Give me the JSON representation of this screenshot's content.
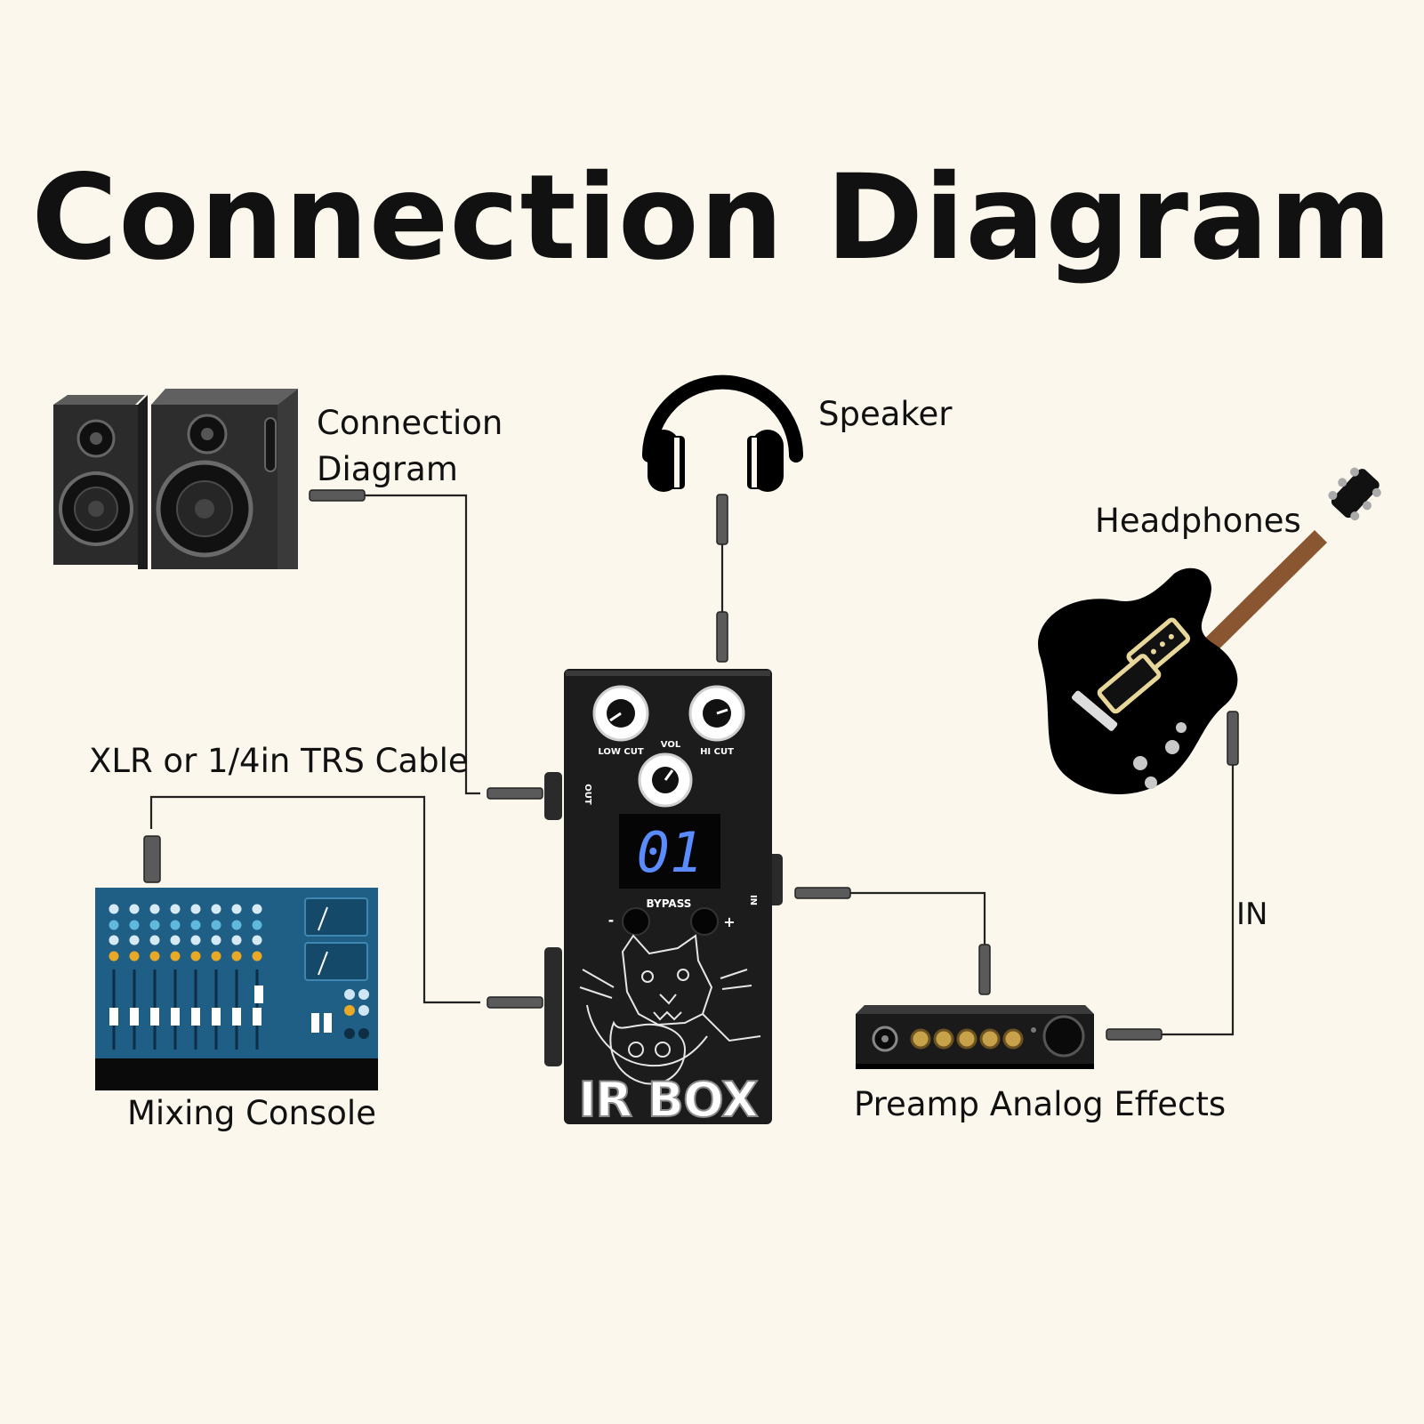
{
  "title": "Connection Diagram",
  "labels": {
    "speakers": "Connection\nDiagram",
    "headphones": "Speaker",
    "guitar": "Headphones",
    "cable": "XLR or 1/4in TRS Cable",
    "mixer": "Mixing Console",
    "preamp": "Preamp Analog Effects",
    "in": "IN"
  },
  "pedal": {
    "knob_low": "LOW CUT",
    "knob_vol": "VOL",
    "knob_hi": "HI CUT",
    "display": "01",
    "bypass": "BYPASS",
    "minus": "-",
    "plus": "+",
    "out": "OUT",
    "in": "IN",
    "brand": "IR BOX"
  },
  "colors": {
    "background": "#fbf7ec",
    "line": "#222222",
    "pedal": "#1c1c1c",
    "display": "#5a8cff",
    "mixer": "#1f5f86"
  }
}
